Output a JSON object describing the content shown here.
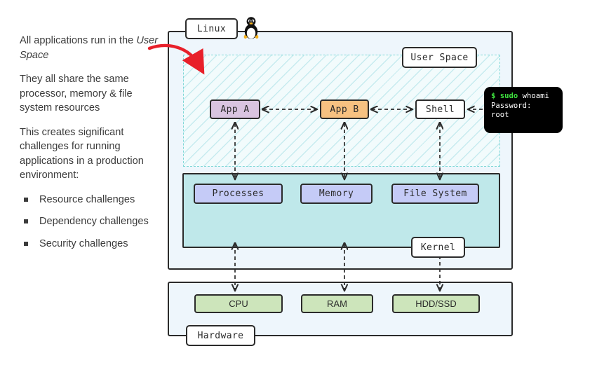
{
  "left_text": {
    "paragraphs": [
      {
        "id": "p1",
        "prefix": "All applications run in the ",
        "emphasis": "User Space",
        "suffix": ""
      },
      {
        "id": "p2",
        "text": "They all share the same processor, memory & file system resources"
      },
      {
        "id": "p3",
        "text": "This creates significant challenges for running applications in a production environment:"
      }
    ],
    "bullets": [
      "Resource challenges",
      "Dependency challenges",
      "Security challenges"
    ]
  },
  "diagram": {
    "containers": {
      "linux_label": "Linux",
      "user_space_label": "User Space",
      "kernel_label": "Kernel",
      "hardware_label": "Hardware"
    },
    "user_space_nodes": [
      {
        "id": "app-a",
        "label": "App A",
        "color": "#d9c4e0"
      },
      {
        "id": "app-b",
        "label": "App B",
        "color": "#f7c181"
      },
      {
        "id": "shell",
        "label": "Shell",
        "color": "#ffffff"
      }
    ],
    "kernel_nodes": [
      {
        "id": "processes",
        "label": "Processes",
        "color": "#c5cbf7"
      },
      {
        "id": "memory",
        "label": "Memory",
        "color": "#c5cbf7"
      },
      {
        "id": "filesystem",
        "label": "File System",
        "color": "#c5cbf7"
      }
    ],
    "hardware_nodes": [
      {
        "id": "cpu",
        "label": "CPU",
        "color": "#cde5bb"
      },
      {
        "id": "ram",
        "label": "RAM",
        "color": "#cde5bb"
      },
      {
        "id": "hddssd",
        "label": "HDD/SSD",
        "color": "#cde5bb"
      }
    ],
    "terminal": {
      "line1_prompt": "$ sudo",
      "line1_cmd": " whoami",
      "line2": "Password:",
      "line3": "root",
      "prompt_color": "#3ee03e",
      "text_color": "#ffffff",
      "background": "#000000"
    },
    "icons": {
      "tux": "tux-penguin-icon",
      "annotation_arrow": "red-curved-arrow-icon"
    },
    "colors": {
      "container_fill": "#eef6fc",
      "kernel_fill": "#bfe8ea",
      "user_space_hatch": "#8cd4de",
      "user_space_border": "#7fd7d7",
      "stroke": "#2b2b2b",
      "annotation_arrow": "#e8202a"
    }
  }
}
